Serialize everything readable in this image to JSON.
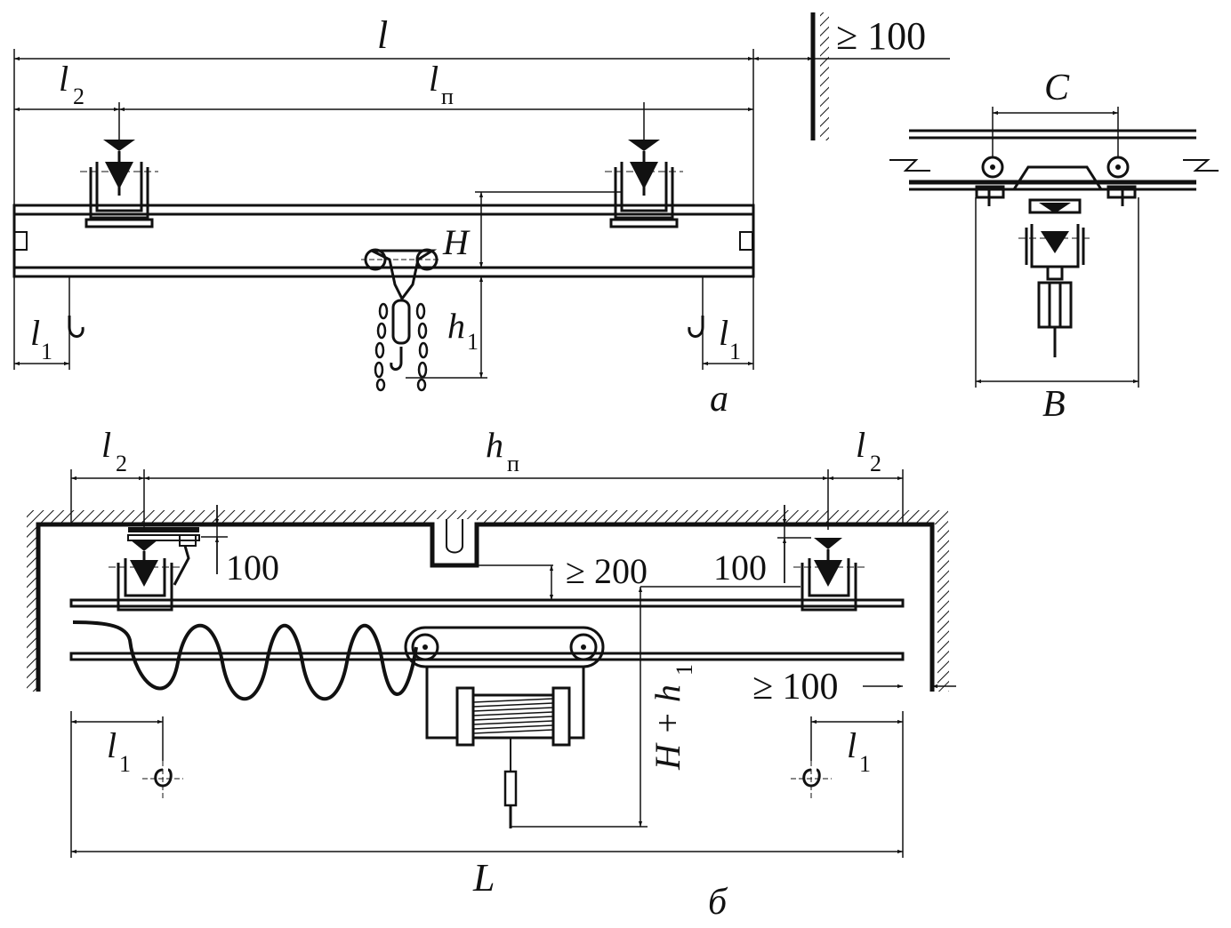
{
  "colors": {
    "ink": "#111111",
    "paper": "#ffffff"
  },
  "labels": {
    "a": {
      "l": "l",
      "l2": "l",
      "l2_sub": "2",
      "lp": "l",
      "lp_sub": "п",
      "ge100": "≥ 100",
      "H": "H",
      "h1": "h",
      "h1_sub": "1",
      "l1_left": "l",
      "l1_left_sub": "1",
      "l1_right": "l",
      "l1_right_sub": "1",
      "caption": "а"
    },
    "side": {
      "C": "C",
      "B": "B"
    },
    "b": {
      "l2_left": "l",
      "l2_left_sub": "2",
      "hp": "h",
      "hp_sub": "п",
      "l2_right": "l",
      "l2_right_sub": "2",
      "d100_left": "100",
      "ge200": "≥ 200",
      "d100_right": "100",
      "Hh1": "H + h",
      "Hh1_sub": "1",
      "ge100": "≥ 100",
      "l1_left": "l",
      "l1_left_sub": "1",
      "l1_right": "l",
      "l1_right_sub": "1",
      "L": "L",
      "caption": "б"
    }
  }
}
